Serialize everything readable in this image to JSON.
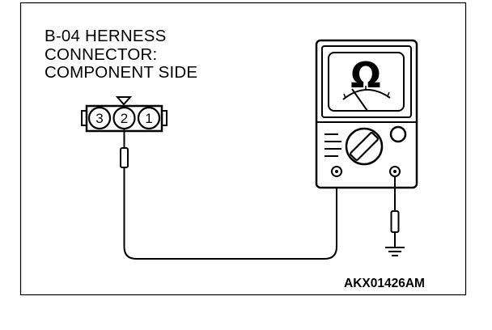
{
  "diagram": {
    "title_lines": [
      "B-04 HERNESS",
      "CONNECTOR:",
      "COMPONENT SIDE"
    ],
    "connector": {
      "pins": [
        "3",
        "2",
        "1"
      ]
    },
    "meter": {
      "unit_symbol": "Ω"
    },
    "reference_code": "AKX01426AM"
  }
}
